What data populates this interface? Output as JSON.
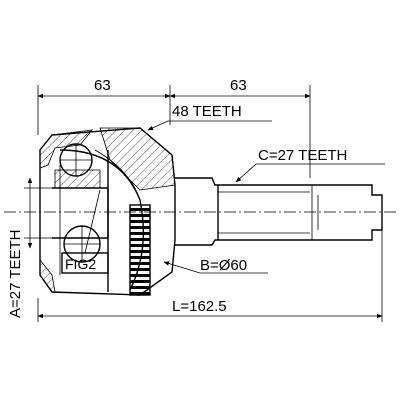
{
  "dimensions": {
    "top_left": "63",
    "top_right": "63",
    "total_length": "L=162.5"
  },
  "callouts": {
    "outer_teeth": "48 TEETH",
    "shaft_teeth": "C=27 TEETH",
    "abs_ring": "B=Ø60",
    "inner_teeth": "A=27 TEETH",
    "figure_ref": "FIG2"
  },
  "colors": {
    "line": "#000000",
    "background": "#ffffff"
  }
}
